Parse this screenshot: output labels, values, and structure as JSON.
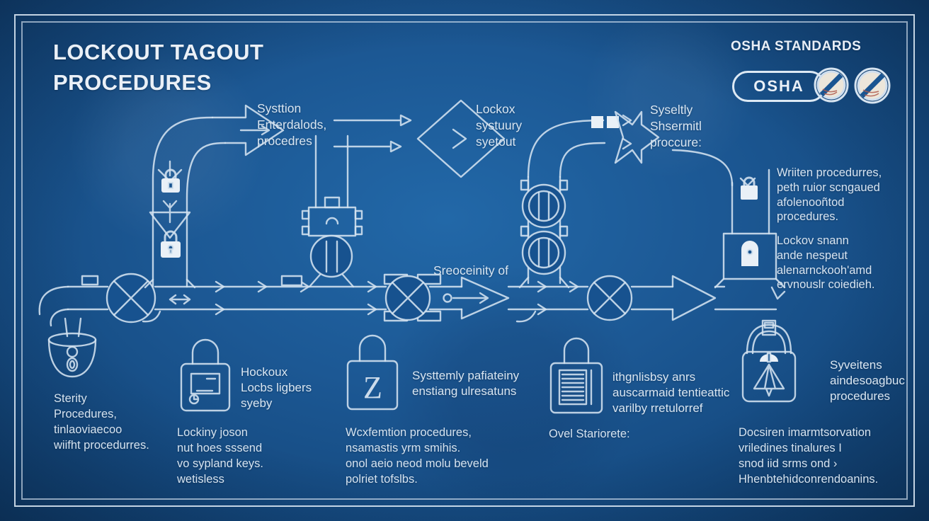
{
  "title": "LOCKOUT TAGOUT\nPROCEDURES",
  "header_right": {
    "heading": "OSHA STANDARDS",
    "badge_label": "OSHA",
    "prohibition_icons": [
      "prohibition-icon",
      "prohibition-icon"
    ]
  },
  "flow": {
    "labels": [
      {
        "text": "Systtion\nEnterdalods,\nprocedres"
      },
      {
        "text": "Lockox\nsystuury\nsyetout"
      },
      {
        "text": "Syseltly\nShsermitl\nproccure:"
      }
    ],
    "middle_label": "Sreoceinity of"
  },
  "notes": [
    {
      "text": "Wriiten procedurres,\npeth ruior scngaued\nafolenooñtod\nprocedures."
    },
    {
      "text": "Lockov snann\nande nespeut\nalenarnckooh'amd\nervnouslr coiedieh."
    }
  ],
  "legend": {
    "items": [
      {
        "icon": "cylinder-lock-icon",
        "label": "",
        "caption": "Sterity\nProcedures,\ntinlaoviaecoo\nwiifht procedurres."
      },
      {
        "icon": "padlock-card-icon",
        "label": "Hockoux\nLocbs ligbers\nsyeby",
        "caption": "Lockiny joson\nnut hoes sssend\nvo sypland keys.\nwetisless"
      },
      {
        "icon": "padlock-z-icon",
        "icon_letter": "Z",
        "label": "Systtemly pafiateiny\nenstiang ulresatuns",
        "caption": "Wcxfemtion procedures,\nnsamastis yrm smihis.\nonol aeio neod molu beveld\npolriet tofslbs."
      },
      {
        "icon": "padlock-document-icon",
        "label": "ithgnlisbsy anrs\nauscarmaid tentieattic\nvarilby rretulorref",
        "caption": "Ovel Stariorete:"
      },
      {
        "icon": "lock-bag-icon",
        "label": "Syveitens\naindesoagbuc\nprocedures",
        "caption": "Docsiren imarmtsorvation\nvriledines tinalures I\nsnod iid srms ond ›\nHhenbtehidconrendoanins."
      }
    ]
  },
  "colors": {
    "background": "#1b5793",
    "line": "#d4e2f0",
    "text": "#dce8f4",
    "paper": "#ece6da",
    "accent_red": "#b05a4c"
  }
}
